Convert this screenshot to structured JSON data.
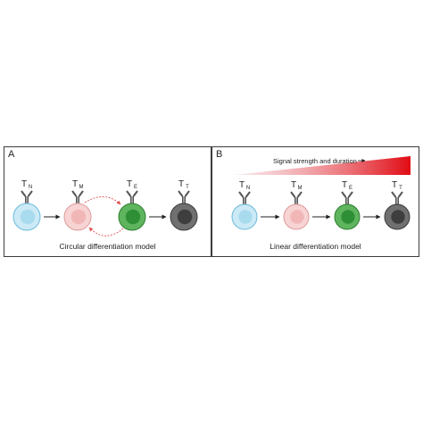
{
  "panel_a": {
    "letter": "A",
    "caption": "Circular differentiation model",
    "cells": [
      {
        "main": "T",
        "sub": "N",
        "color": "light-blue"
      },
      {
        "main": "T",
        "sub": "M",
        "color": "pink"
      },
      {
        "main": "T",
        "sub": "E",
        "color": "green"
      },
      {
        "main": "T",
        "sub": "T",
        "color": "gray"
      }
    ]
  },
  "panel_b": {
    "letter": "B",
    "caption": "Linear differentiation model",
    "gradient_label": "Signal strength and duration",
    "cells": [
      {
        "main": "T",
        "sub": "N",
        "color": "light-blue"
      },
      {
        "main": "T",
        "sub": "M",
        "color": "pink"
      },
      {
        "main": "T",
        "sub": "E",
        "color": "green"
      },
      {
        "main": "T",
        "sub": "T",
        "color": "gray"
      }
    ]
  },
  "colors": {
    "light-blue": {
      "outer": "#cce9f6",
      "inner": "#a9dbee",
      "stroke": "#6bbad9"
    },
    "pink": {
      "outer": "#f8d3d3",
      "inner": "#f1b7b7",
      "stroke": "#dc9a9a"
    },
    "green": {
      "outer": "#5fb55d",
      "inner": "#2f8f37",
      "stroke": "#2e7e32"
    },
    "gray": {
      "outer": "#707070",
      "inner": "#3e3e3e",
      "stroke": "#3a3a3a"
    },
    "gradient_start": "#f2d6da",
    "gradient_end": "#e10b14",
    "arrow": "#222222",
    "circular_arrow": "#e05252"
  }
}
